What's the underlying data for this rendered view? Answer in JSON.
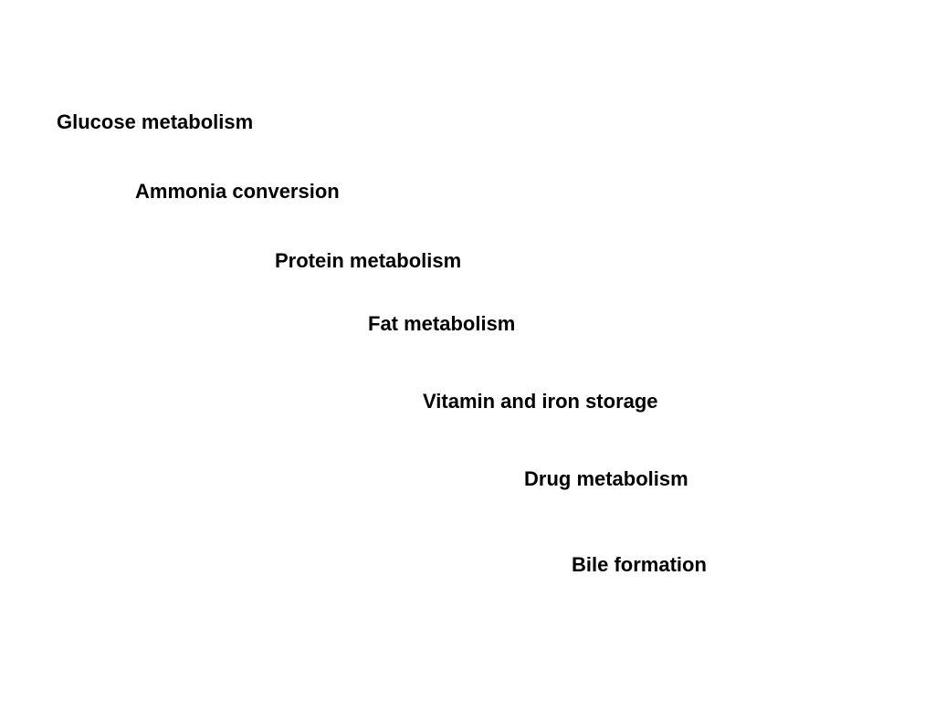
{
  "slide": {
    "items": [
      {
        "label": "Glucose metabolism"
      },
      {
        "label": "Ammonia conversion"
      },
      {
        "label": "Protein metabolism"
      },
      {
        "label": "Fat metabolism"
      },
      {
        "label": "Vitamin and iron storage"
      },
      {
        "label": "Drug metabolism"
      },
      {
        "label": "Bile formation"
      }
    ],
    "colors": {
      "background": "#ffffff",
      "text": "#000000"
    }
  }
}
